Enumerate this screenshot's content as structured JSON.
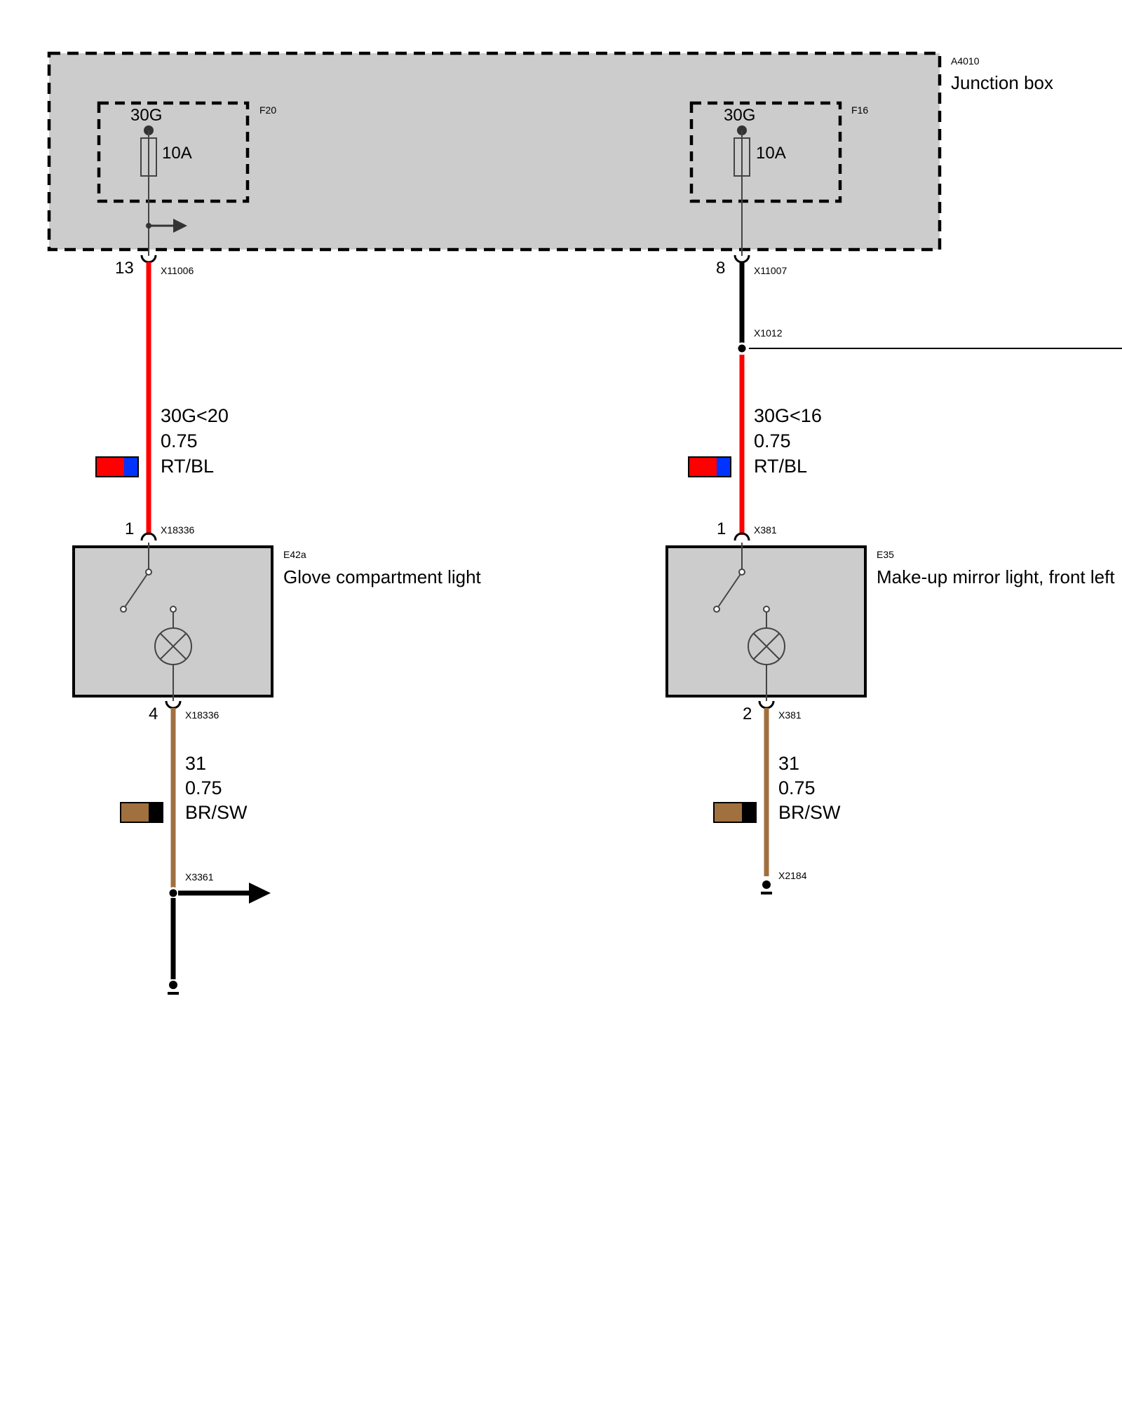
{
  "colors": {
    "box_fill": "#cccccc",
    "wire_red": "#ff0000",
    "wire_black": "#000000",
    "wire_brown": "#a0703f",
    "swatch_blue": "#0033ff",
    "component_stroke": "#444444"
  },
  "junction_box": {
    "id": "A4010",
    "name": "Junction box",
    "fuses": [
      {
        "id": "F20",
        "terminal": "30G",
        "rating": "10A"
      },
      {
        "id": "F16",
        "terminal": "30G",
        "rating": "10A"
      }
    ]
  },
  "connectors": {
    "left_top": {
      "pin": "13",
      "id": "X11006"
    },
    "right_top": {
      "pin": "8",
      "id": "X11007"
    },
    "right_splice": {
      "id": "X1012"
    },
    "left_comp_in": {
      "pin": "1",
      "id": "X18336"
    },
    "left_comp_out": {
      "pin": "4",
      "id": "X18336"
    },
    "right_comp_in": {
      "pin": "1",
      "id": "X381"
    },
    "right_comp_out": {
      "pin": "2",
      "id": "X381"
    },
    "left_ground_splice": {
      "id": "X3361"
    },
    "right_ground": {
      "id": "X2184"
    }
  },
  "wires": {
    "left_supply": {
      "signal": "30G<20",
      "size": "0.75",
      "color_code": "RT/BL"
    },
    "right_supply": {
      "signal": "30G<16",
      "size": "0.75",
      "color_code": "RT/BL"
    },
    "left_ground": {
      "signal": "31",
      "size": "0.75",
      "color_code": "BR/SW"
    },
    "right_ground": {
      "signal": "31",
      "size": "0.75",
      "color_code": "BR/SW"
    }
  },
  "components": {
    "left": {
      "id": "E42a",
      "name": "Glove compartment light"
    },
    "right": {
      "id": "E35",
      "name": "Make-up mirror light, front left"
    }
  }
}
